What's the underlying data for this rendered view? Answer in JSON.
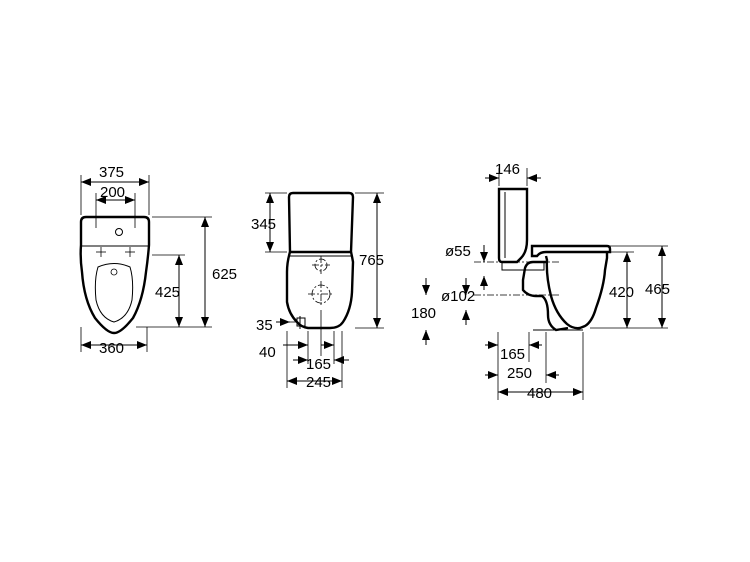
{
  "top_view": {
    "width_overall": "375",
    "width_cistern": "200",
    "length_overall": "625",
    "length_to_outlet": "425",
    "width_bowl": "360"
  },
  "front_view": {
    "height_cistern": "345",
    "height_overall": "765",
    "inlet_height": "35",
    "inlet_offset": "40",
    "fixing_distance": "165",
    "base_width": "245"
  },
  "side_view": {
    "cistern_depth": "146",
    "flush_pipe_diameter": "ø55",
    "outlet_diameter": "ø102",
    "outlet_height": "180",
    "seat_height": "420",
    "rim_height": "465",
    "wall_to_fixing": "165",
    "wall_to_outlet": "250",
    "overall_depth": "480"
  },
  "colors": {
    "line": "#000000",
    "background": "#ffffff"
  }
}
